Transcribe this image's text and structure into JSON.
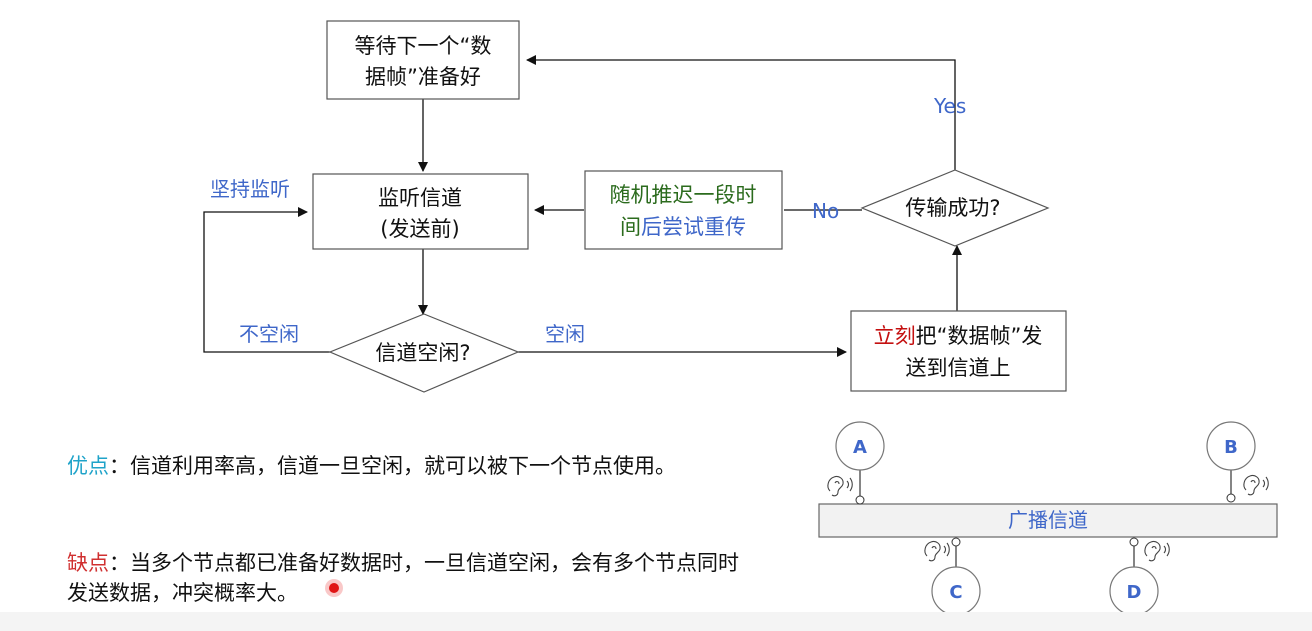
{
  "flowchart": {
    "wait_box": {
      "line1": "等待下一个“数",
      "line2": "据帧”准备好"
    },
    "listen_box": {
      "line1": "监听信道",
      "line2": "(发送前)"
    },
    "random_box": {
      "line1_green": "随机推迟一段时",
      "line2_green": "间",
      "line2_blue": "后尝试重传"
    },
    "success_diamond": "传输成功?",
    "idle_diamond": "信道空闲?",
    "send_box": {
      "line1_red": "立刻",
      "line1_rest": "把“数据帧”发",
      "line2": "送到信道上"
    },
    "labels": {
      "yes": "Yes",
      "no": "No",
      "keep_listen": "坚持监听",
      "not_idle": "不空闲",
      "idle": "空闲"
    }
  },
  "pros": {
    "title": "优点",
    "colon": "：",
    "text": "信道利用率高，信道一旦空闲，就可以被下一个节点使用。"
  },
  "cons": {
    "title": "缺点",
    "colon": "：",
    "text": "当多个节点都已准备好数据时，一旦信道空闲，会有多个节点同时发送数据，冲突概率大。"
  },
  "broadcast": {
    "channel_label": "广播信道",
    "nodes": [
      "A",
      "B",
      "C",
      "D"
    ],
    "icon": "ear-icon"
  },
  "colors": {
    "blue": "#3f67c9",
    "green": "#2b6b1d",
    "red": "#c41010",
    "cyan": "#1fa3c9"
  }
}
